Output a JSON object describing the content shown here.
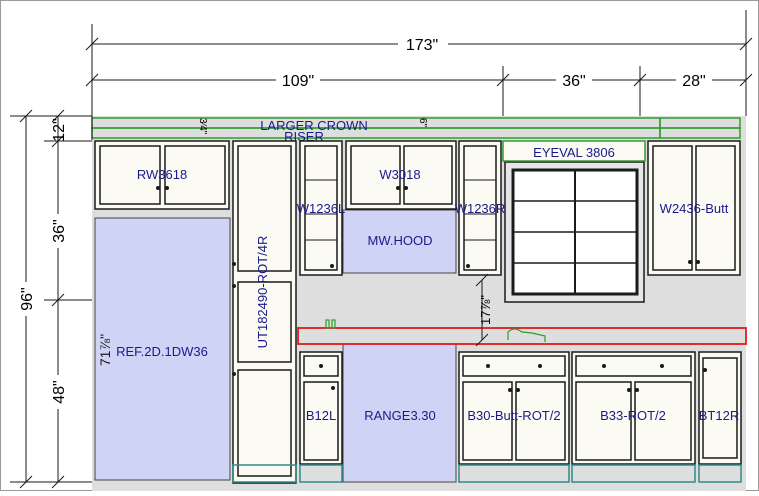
{
  "colors": {
    "line": "#1a1a1a",
    "label": "#1a1a8c",
    "appliance": "#cfd3f5",
    "wall": "#dedede",
    "crown": "#2e9e2e",
    "counter": "#e01b1b",
    "toekick": "#2e8b8b"
  },
  "dimensions": {
    "overall_width": "173\"",
    "left_run": "109\"",
    "window_run": "36\"",
    "right_run": "28\"",
    "overall_height": "96\"",
    "crown_height": "12\"",
    "upper_height": "36\"",
    "base_height": "48\"",
    "window_offset": "17⅞\"",
    "fridge_height": "71⅞\"",
    "crown_small_a": "3⁄4\"",
    "crown_small_b": "6\""
  },
  "labels": {
    "crown": "LARGER CROWN",
    "riser": "RISER",
    "rw3618": "RW3618",
    "ut": "UT182490-ROT/4R",
    "w1236l": "W1236L",
    "w3018": "W3018",
    "w1236r": "W1236R",
    "eyeval": "EYEVAL 3806",
    "w2436": "W2436-Butt",
    "mwhood": "MW.HOOD",
    "ref": "REF.2D.1DW36",
    "b12l": "B12L",
    "range": "RANGE3.30",
    "b30": "B30-Butt-ROT/2",
    "b33": "B33-ROT/2",
    "bt12r": "BT12R"
  }
}
